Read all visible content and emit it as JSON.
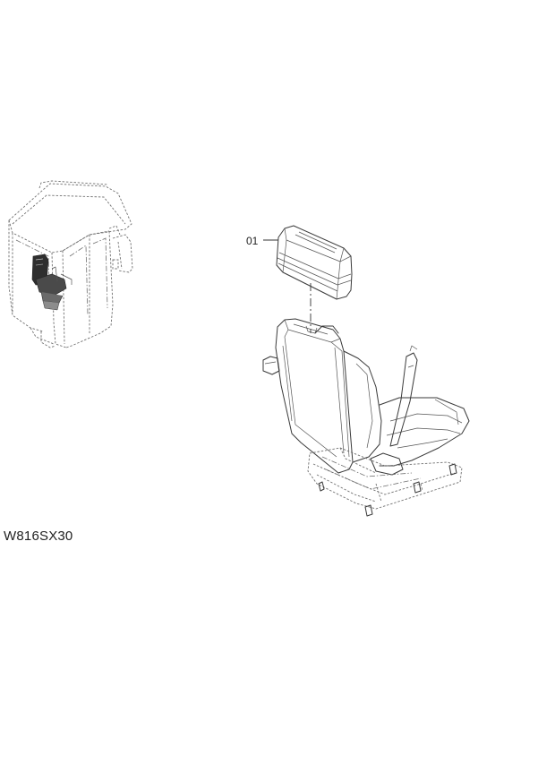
{
  "callouts": [
    {
      "label": "01"
    }
  ],
  "drawing_code": "W816SX30",
  "icons": [
    "cab-overview-drawing",
    "operator-seat-drawing",
    "headrest-part-drawing"
  ]
}
